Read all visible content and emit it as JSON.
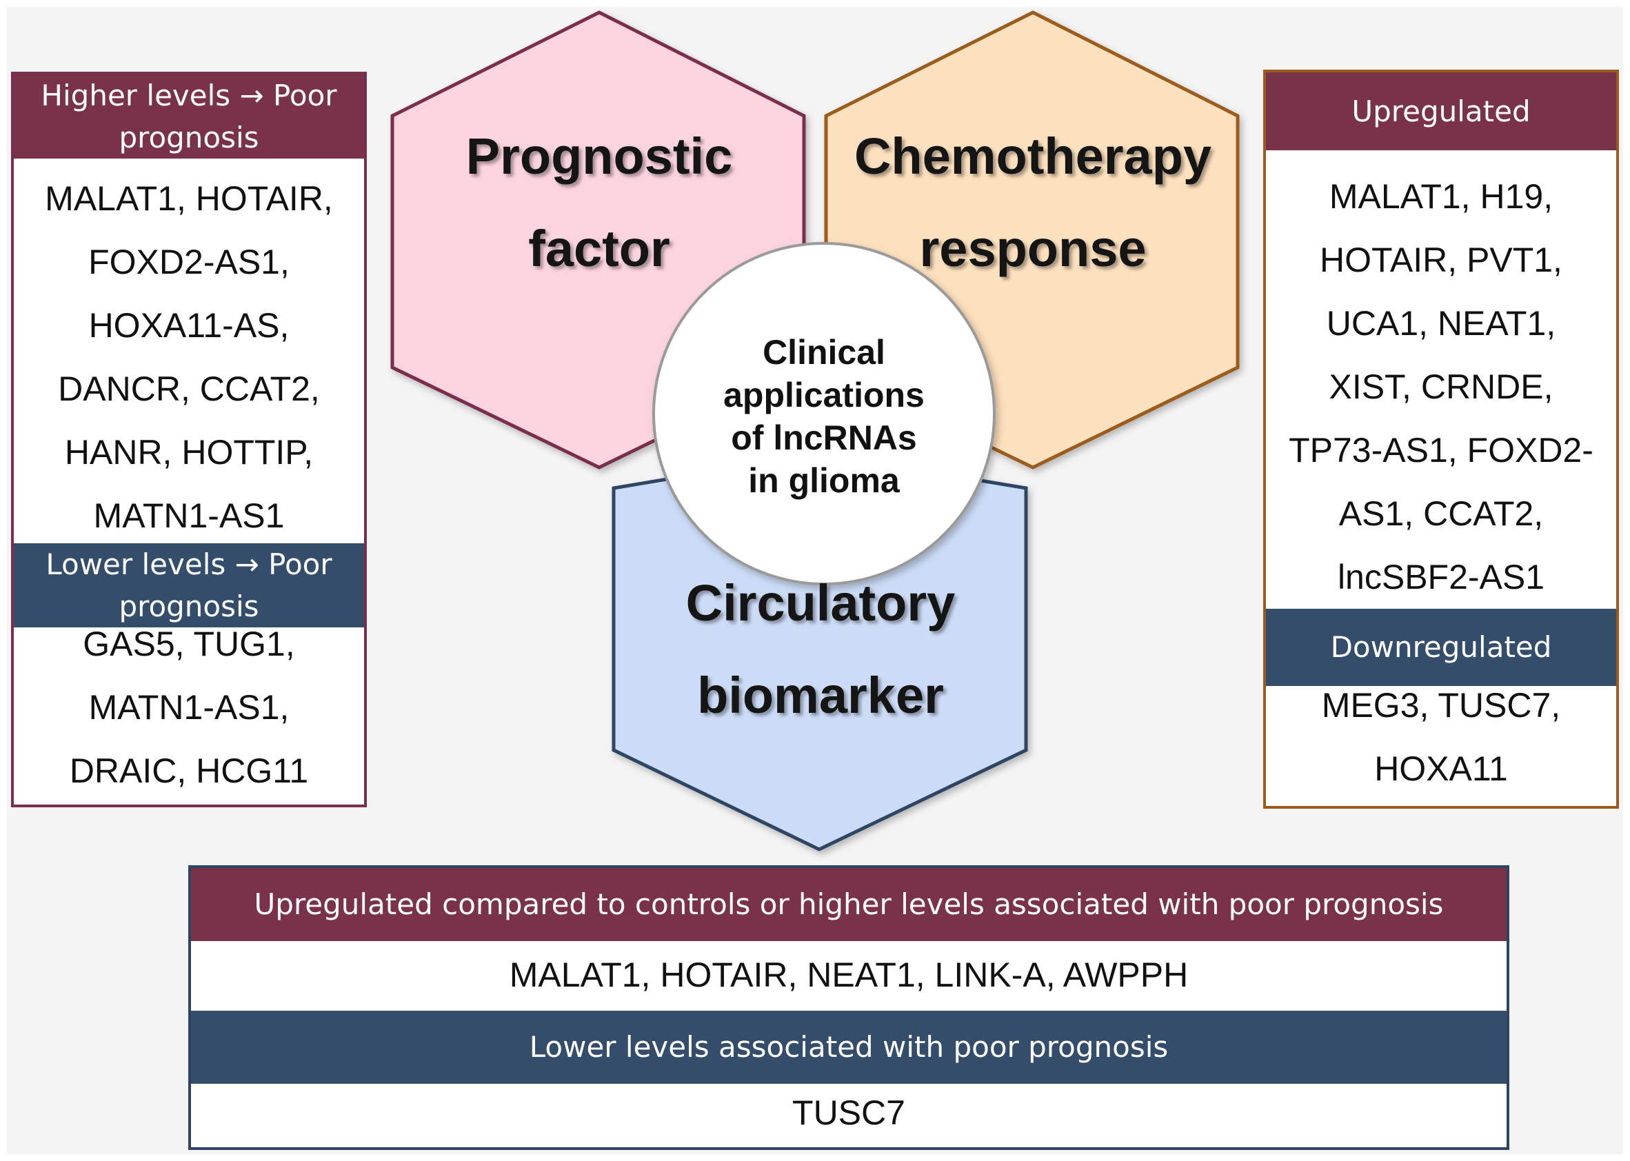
{
  "hexagons": {
    "prognostic": {
      "line1": "Prognostic",
      "line2": "factor",
      "fill": "#fcd4e0",
      "stroke": "#7a2f4c"
    },
    "chemotherapy": {
      "line1": "Chemotherapy",
      "line2": "response",
      "fill": "#fde0bd",
      "stroke": "#9b5b1e"
    },
    "circulatory": {
      "line1": "Circulatory",
      "line2": "biomarker",
      "fill": "#ccdcf7",
      "stroke": "#2d4464"
    }
  },
  "center": {
    "lines": [
      "Clinical",
      "applications",
      "of lncRNAs",
      "in glioma"
    ]
  },
  "left_panel": {
    "higher_header": [
      "Higher levels → Poor",
      "prognosis"
    ],
    "higher_genes": [
      "MALAT1, HOTAIR,",
      "FOXD2-AS1,",
      "HOXA11-AS,",
      "DANCR, CCAT2,",
      "HANR, HOTTIP,",
      "MATN1-AS1"
    ],
    "lower_header": [
      "Lower levels → Poor",
      "prognosis"
    ],
    "lower_genes": [
      "GAS5, TUG1,",
      "MATN1-AS1,",
      "DRAIC, HCG11"
    ]
  },
  "right_panel": {
    "up_header": "Upregulated",
    "up_genes": [
      "MALAT1, H19,",
      "HOTAIR, PVT1,",
      "UCA1, NEAT1,",
      "XIST, CRNDE,",
      "TP73-AS1, FOXD2-",
      "AS1, CCAT2,",
      "lncSBF2-AS1"
    ],
    "down_header": "Downregulated",
    "down_genes": [
      "MEG3, TUSC7,",
      "HOXA11"
    ]
  },
  "bottom_panel": {
    "up_header": "Upregulated compared to controls or higher levels associated with poor prognosis",
    "up_genes": "MALAT1, HOTAIR, NEAT1, LINK-A, AWPPH",
    "low_header": "Lower levels associated with poor prognosis",
    "low_genes": "TUSC7"
  },
  "colors": {
    "maroon": "#7a324b",
    "navy": "#344d6b",
    "left_border": "#7a2f4c",
    "right_border": "#9b5b1e",
    "bottom_border": "#2d4464"
  }
}
